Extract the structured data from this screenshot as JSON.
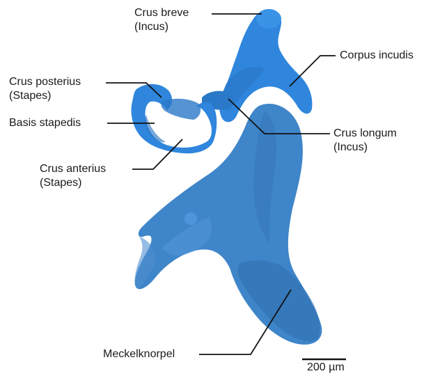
{
  "labels": {
    "crus_breve": {
      "line1": "Crus breve",
      "line2": "(Incus)"
    },
    "corpus_incudis": {
      "line1": "Corpus incudis"
    },
    "crus_posterius": {
      "line1": "Crus posterius",
      "line2": "(Stapes)"
    },
    "basis_stapedis": {
      "line1": "Basis stapedis"
    },
    "crus_longum": {
      "line1": "Crus longum",
      "line2": "(Incus)"
    },
    "crus_anterius": {
      "line1": "Crus anterius",
      "line2": "(Stapes)"
    },
    "meckelknorpel": {
      "line1": "Meckelknorpel"
    }
  },
  "scale_bar": {
    "label": "200 µm"
  },
  "colors": {
    "ossicle_bright": "#2f86dc",
    "ossicle_mid": "#2a78c8",
    "cartilage": "#3f85c9",
    "cartilage_dark": "#2f6fae",
    "leader_line": "#111111"
  }
}
